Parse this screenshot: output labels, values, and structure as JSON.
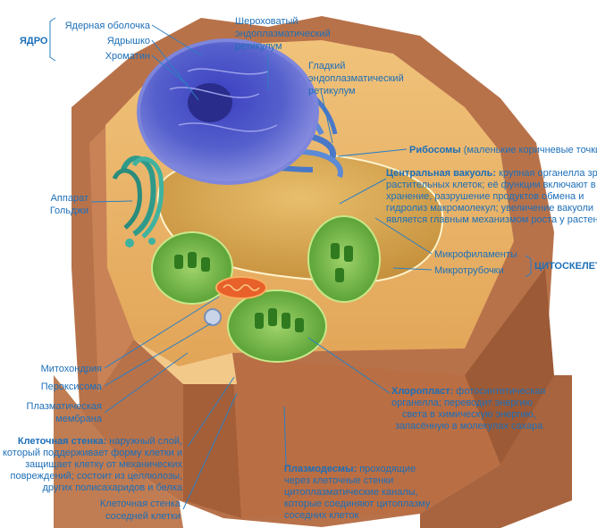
{
  "labels": {
    "nucleus_group": "ЯДРО",
    "nuclear_envelope": "Ядерная оболочка",
    "nucleolus": "Ядрышко",
    "chromatin": "Хроматин",
    "rough_er": [
      "Шероховатый",
      "эндоплазматический",
      "ретикулум"
    ],
    "smooth_er": [
      "Гладкий",
      "эндоплазматический",
      "ретикулум"
    ],
    "ribosomes_title": "Рибосомы",
    "ribosomes_desc": "(маленькие коричневые точки)",
    "vacuole_title": "Центральная вакуоль:",
    "vacuole_desc_1": "крупная органелла зрелых",
    "vacuole_lines": [
      "растительных клеток; её функции включают в себя",
      "хранение, разрушение продуктов обмена и",
      "гидролиз макромолекул; увеличение вакуоли",
      "является главным механизмом роста у растений"
    ],
    "golgi": [
      "Аппарат",
      "Гольджи"
    ],
    "microfilaments": "Микрофиламенты",
    "microtubules": "Микротрубочки",
    "cytoskeleton": "ЦИТОСКЕЛЕТ",
    "mitochondrion": "Митохондрия",
    "peroxisome": "Пероксисома",
    "plasma_membrane": [
      "Плазматическая",
      "мембрана"
    ],
    "chloroplast_title": "Хлоропласт:",
    "chloroplast_desc_1": "фотосинтетическая",
    "chloroplast_lines": [
      "органелла; переводит энергию",
      "света в химическую энергию,",
      "запасённую в молекулах сахара"
    ],
    "cell_wall_title": "Клеточная стенка:",
    "cell_wall_desc_1": "наружный слой,",
    "cell_wall_lines": [
      "который поддерживает форму клетки и",
      "защищает клетку от механических",
      "повреждений; состоит из целлюлозы,",
      "других полисахаридов и белка"
    ],
    "plasmodesmata_title": "Плазмодесмы:",
    "plasmodesmata_desc_1": "проходящие",
    "plasmodesmata_lines": [
      "через клеточные стенки",
      "цитоплазматические каналы,",
      "которые соединяют цитоплазму",
      "соседних клеток"
    ],
    "neighbor_wall": [
      "Клеточная стенка",
      "соседней клетки"
    ]
  },
  "colors": {
    "label_text": "#1d6fb8",
    "leader_line": "#2a7fc4",
    "cell_wall": "#b8724a",
    "cytoplasm": "#e9b66a",
    "nucleus": "#5a64c9",
    "vacuole": "#d9a853",
    "chloroplast": "#5aa83a",
    "er": "#4a78c8"
  }
}
